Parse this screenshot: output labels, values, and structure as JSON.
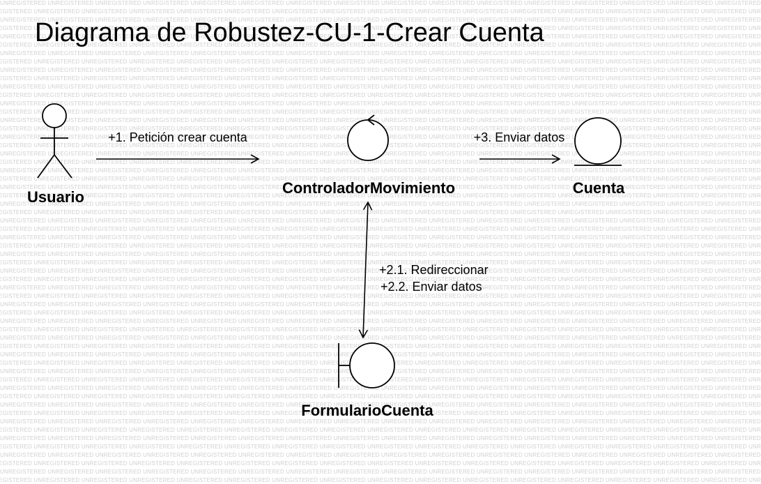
{
  "watermark": "UNREGISTERED",
  "title": "Diagrama de Robustez-CU-1-Crear Cuenta",
  "nodes": {
    "actor": {
      "label": "Usuario",
      "icon": "actor-icon"
    },
    "control": {
      "label": "ControladorMovimiento",
      "icon": "control-icon"
    },
    "entity": {
      "label": "Cuenta",
      "icon": "entity-icon"
    },
    "boundary": {
      "label": "FormularioCuenta",
      "icon": "boundary-icon"
    }
  },
  "messages": {
    "m1": "+1. Petición crear cuenta",
    "m3": "+3. Enviar datos",
    "m21": "+2.1. Redireccionar",
    "m22": "+2.2. Enviar datos"
  }
}
